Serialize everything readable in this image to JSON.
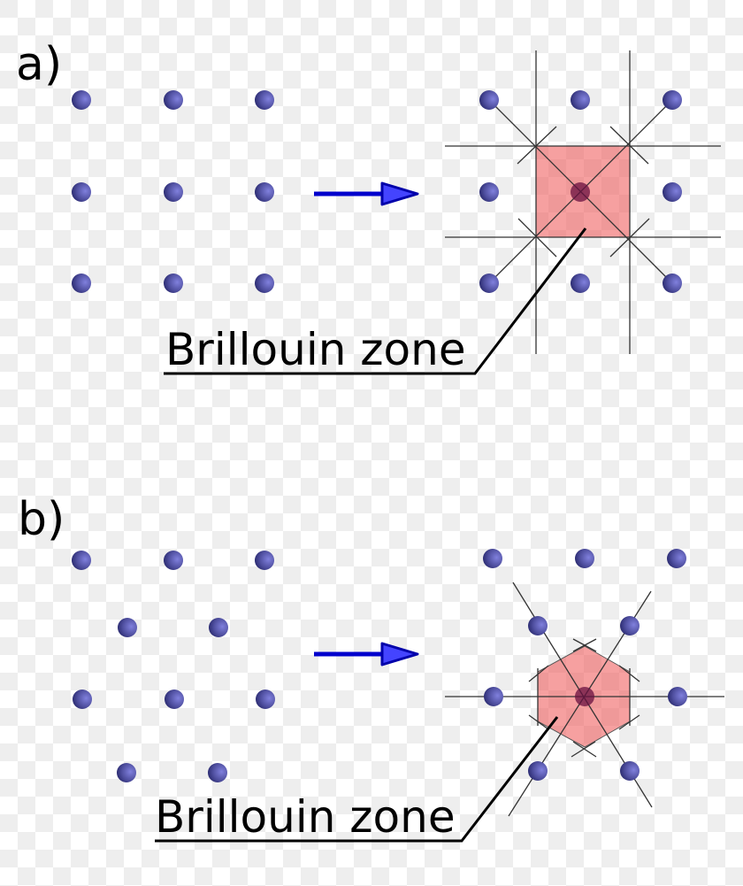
{
  "panels": [
    {
      "id": "a",
      "label": "a)",
      "lattice": "square",
      "caption": "Brillouin zone",
      "zone_shape": "square"
    },
    {
      "id": "b",
      "label": "b)",
      "lattice": "hexagonal",
      "caption": "Brillouin zone",
      "zone_shape": "hexagon"
    }
  ],
  "colors": {
    "dot": "#4a4a9a",
    "dot_highlight": "#7a7ad8",
    "arrow": "#0000cc",
    "arrow_fill": "#4444ff",
    "zone_fill": "#f06060",
    "zone_opacity": 0.6,
    "line": "#333333"
  }
}
